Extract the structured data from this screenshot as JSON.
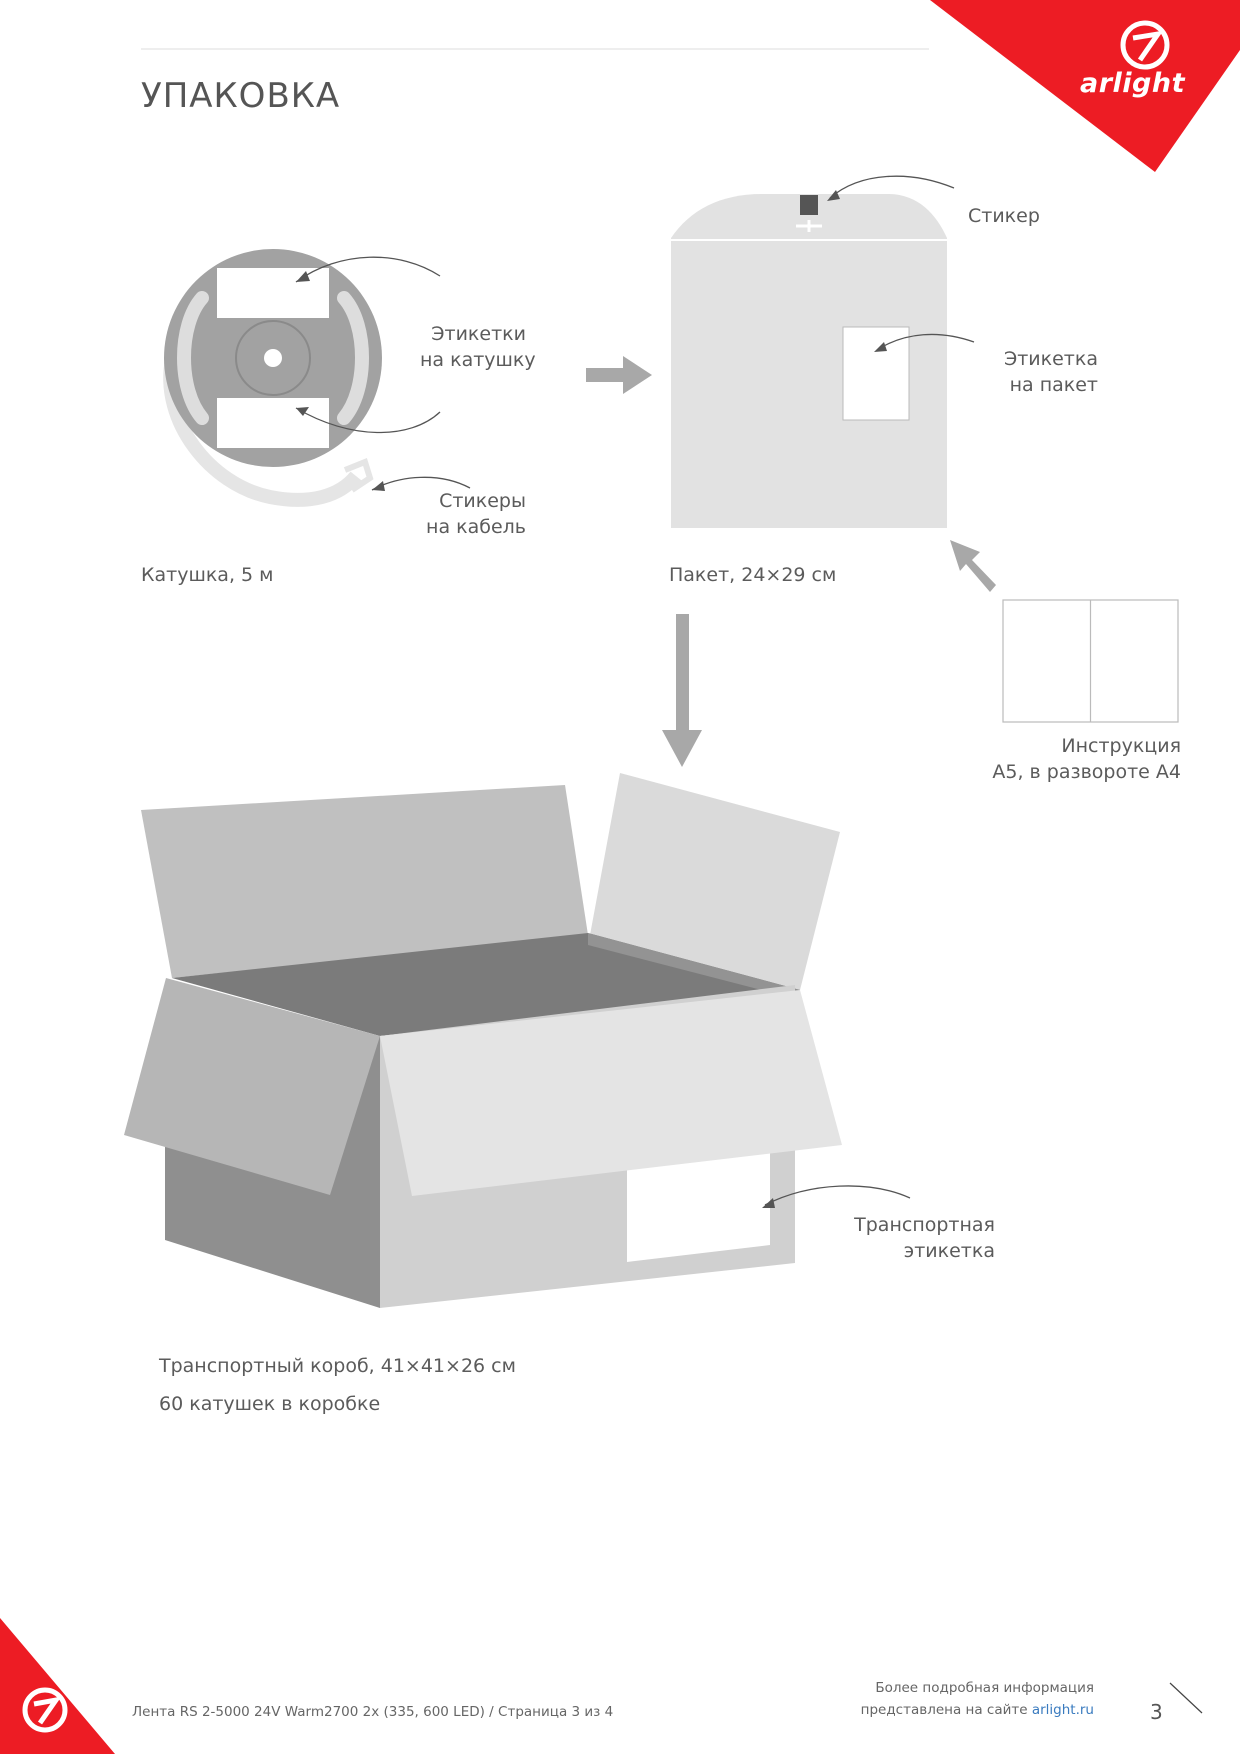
{
  "brand": {
    "name": "arlight",
    "accent": "#ed1c24"
  },
  "page": {
    "title": "УПАКОВКА"
  },
  "reel": {
    "label_line1": "Этикетки",
    "label_line2": "на катушку",
    "stickers_line1": "Стикеры",
    "stickers_line2": "на кабель",
    "caption": "Катушка, 5 м"
  },
  "bag": {
    "sticker": "Стикер",
    "label_line1": "Этикетка",
    "label_line2": "на пакет",
    "caption": "Пакет, 24×29 см"
  },
  "manual": {
    "line1": "Инструкция",
    "line2": "А5, в развороте А4"
  },
  "box": {
    "label_line1": "Транспортная",
    "label_line2": "этикетка",
    "caption_line1": "Транспортный короб, 41×41×26 см",
    "caption_line2": "60 катушек в коробке"
  },
  "footer": {
    "document": "Лента RS 2-5000 24V Warm2700 2x (335, 600 LED) / Страница 3 из 4",
    "info_line1": "Более подробная информация",
    "info_line2_prefix": "представлена на сайте ",
    "site": "arlight.ru",
    "page_number": "3"
  }
}
